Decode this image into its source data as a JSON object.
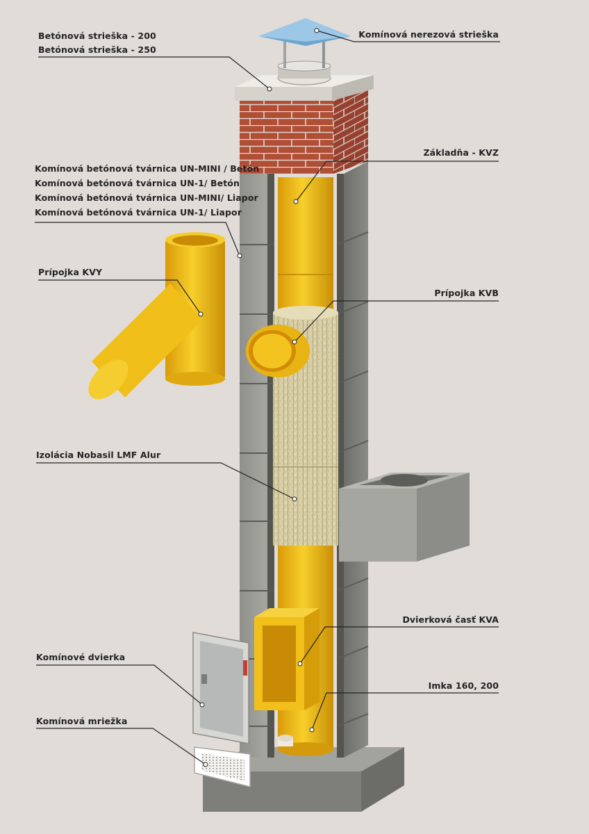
{
  "labels": {
    "cap_200": "Betónová strieška - 200",
    "cap_250": "Betónová strieška - 250",
    "stainless_cap": "Komínová nerezová strieška",
    "block_1": "Komínová betónová tvárnica UN-MINI / Betón",
    "block_2": "Komínová betónová tvárnica UN-1/ Betón",
    "block_3": "Komínová betónová tvárnica UN-MINI/ Liapor",
    "block_4": "Komínová betónová tvárnica UN-1/ Liapor",
    "base_kvz": "Základňa - KVZ",
    "connector_kvy": "Prípojka KVY",
    "connector_kvb": "Prípojka KVB",
    "insulation": "Izolácia Nobasil LMF Alur",
    "door_section": "Dvierková časť KVA",
    "chimney_door": "Komínové dvierka",
    "socket": "Imka 160, 200",
    "grille": "Komínová mriežka"
  },
  "colors": {
    "background": "#e2dcd9",
    "concrete": "#9a9a96",
    "brick": "#b5523a",
    "yellow_pipe": "#f2c21c",
    "insulation": "#d9cfa8",
    "cap": "#e8e6e1",
    "steel": "#a8cde6",
    "line": "#222222"
  }
}
